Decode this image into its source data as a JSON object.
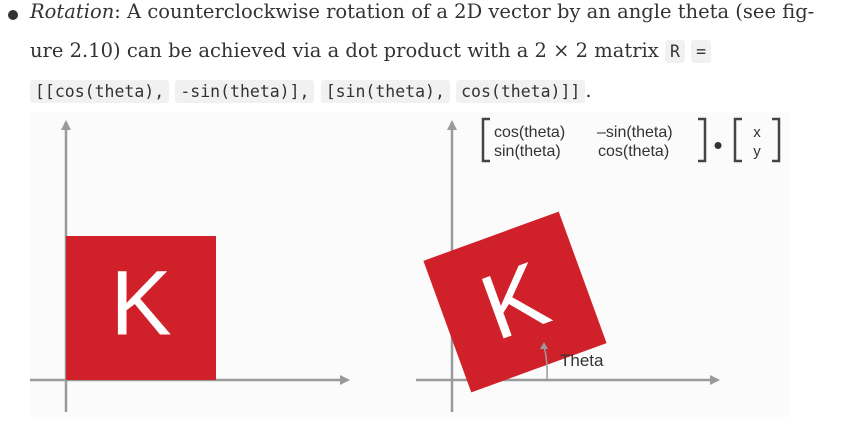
{
  "paragraph": {
    "term": "Rotation",
    "line1_rest": ": A counterclockwise rotation of a 2D vector by an angle theta (see fig-",
    "line2_text": "ure 2.10) can be achieved via a dot product with a 2 × 2 matrix ",
    "code_R": "R",
    "code_eq": "=",
    "code_row1": "[[cos(theta),",
    "code_row1b": "-sin(theta)],",
    "code_row2": "[sin(theta),",
    "code_row2b": "cos(theta)]]",
    "period": "."
  },
  "figure": {
    "matrix": {
      "r1c1": "cos(theta)",
      "r1c2": "–sin(theta)",
      "r2c1": "sin(theta)",
      "r2c2": "cos(theta)"
    },
    "dot": "•",
    "vector": {
      "x": "x",
      "y": "y"
    },
    "logo_letter": "K",
    "angle_label": "Theta",
    "colors": {
      "logo_red": "#d0212a",
      "axis": "#9a9a9a"
    }
  }
}
